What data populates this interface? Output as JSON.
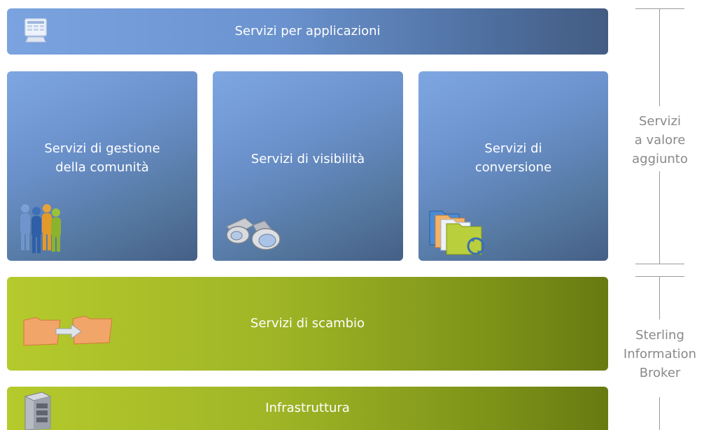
{
  "rows": {
    "applications": {
      "label": "Servizi per applicazioni",
      "icon": "monitor-icon"
    },
    "tiles": [
      {
        "label": "Servizi di gestione\ndella comunità",
        "icon": "people-icon"
      },
      {
        "label": "Servizi di visibilità",
        "icon": "binoculars-icon"
      },
      {
        "label": "Servizi di\nconversione",
        "icon": "folders-icon"
      }
    ],
    "exchange": {
      "label": "Servizi di scambio",
      "icon": "folder-exchange-icon"
    },
    "infrastructure": {
      "label": "Infrastruttura",
      "icon": "server-icon"
    }
  },
  "side_labels": {
    "value_added": "Servizi\na valore\naggiunto",
    "broker": "Sterling\nInformation\nBroker"
  },
  "colors": {
    "blue": "#6b93cf",
    "blue_dark": "#435c82",
    "green": "#b5ca2c",
    "green_dark": "#677a12",
    "side_text": "#8a8a8a"
  }
}
